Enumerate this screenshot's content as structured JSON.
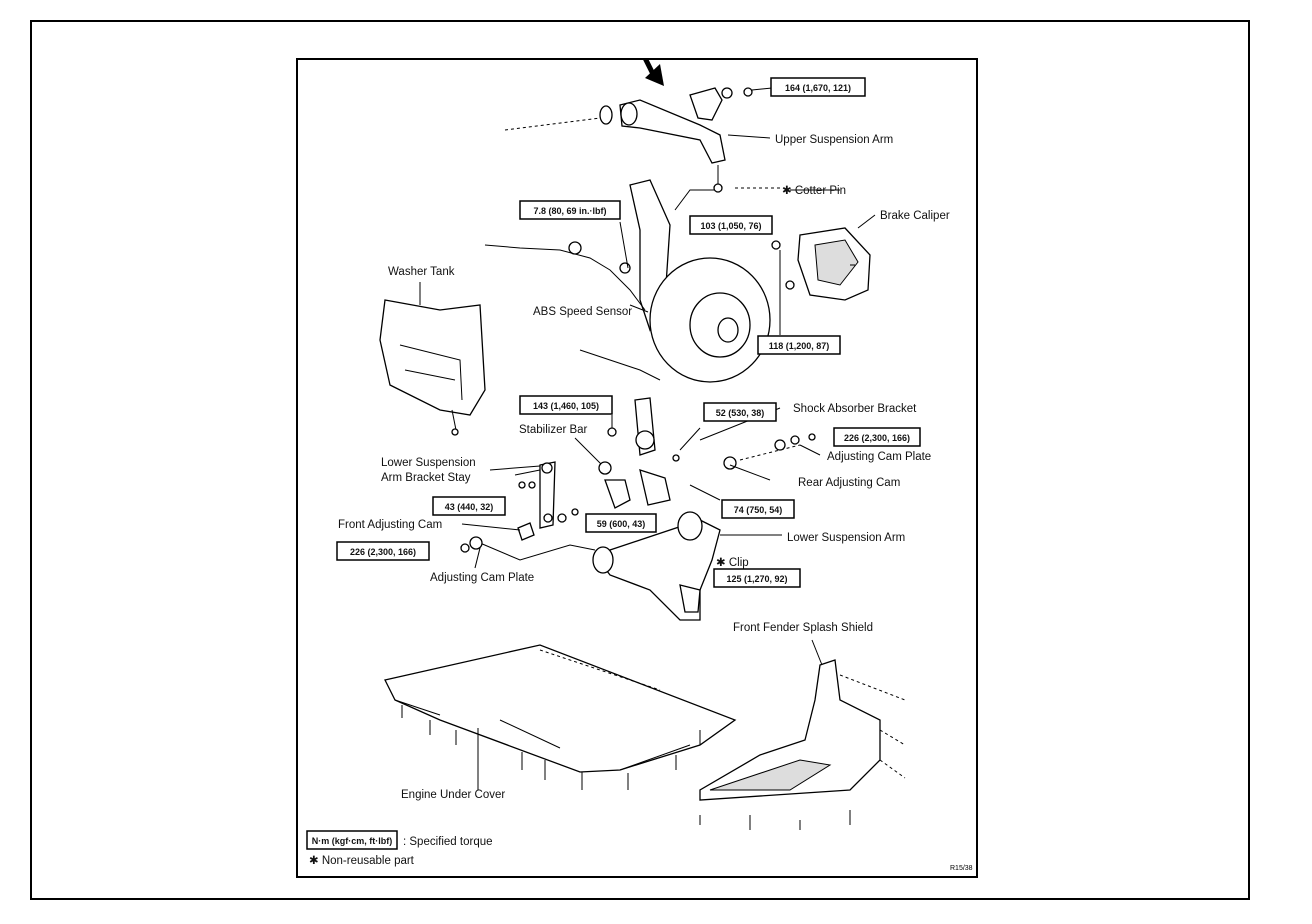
{
  "labels": {
    "upper_arm": "Upper Suspension Arm",
    "cotter_pin": "✱ Cotter Pin",
    "brake_caliper": "Brake Caliper",
    "washer_tank": "Washer Tank",
    "abs_sensor": "ABS Speed Sensor",
    "shock_bracket": "Shock Absorber Bracket",
    "stabilizer": "Stabilizer Bar",
    "lower_stay_1": "Lower Suspension",
    "lower_stay_2": "Arm Bracket Stay",
    "adj_cam_plate_r": "Adjusting Cam Plate",
    "rear_adj_cam": "Rear Adjusting Cam",
    "front_adj_cam": "Front Adjusting Cam",
    "lower_arm": "Lower Suspension Arm",
    "clip": "✱ Clip",
    "adj_cam_plate_f": "Adjusting Cam Plate",
    "splash_shield": "Front Fender Splash Shield",
    "under_cover": "Engine Under Cover",
    "legend_torque": ": Specified torque",
    "legend_nonreusable": "✱ Non-reusable part",
    "figure_code": "R15/38"
  },
  "torques": {
    "t164": "164 (1,670, 121)",
    "t7_8": "7.8 (80, 69 in.·lbf)",
    "t103": "103 (1,050, 76)",
    "t118": "118 (1,200, 87)",
    "t143": "143 (1,460, 105)",
    "t52": "52 (530, 38)",
    "t226a": "226 (2,300, 166)",
    "t43": "43 (440, 32)",
    "t74": "74 (750, 54)",
    "t59": "59 (600, 43)",
    "t226b": "226 (2,300, 166)",
    "t125": "125 (1,270, 92)",
    "legend_unit": "N·m (kgf·cm, ft·lbf)"
  }
}
